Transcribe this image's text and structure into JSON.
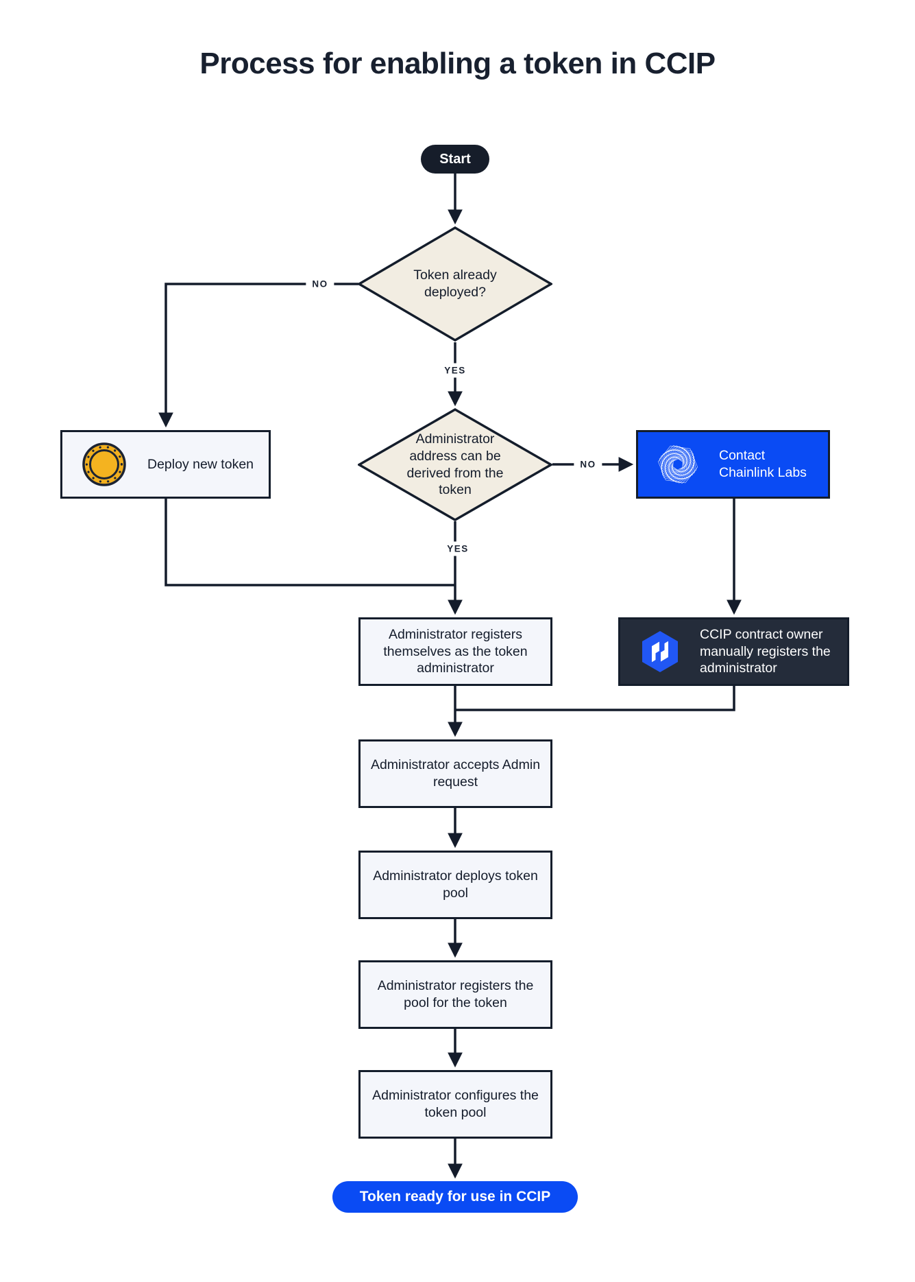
{
  "title": "Process for enabling a token in CCIP",
  "nodes": {
    "start": {
      "label": "Start"
    },
    "decision_token_deployed": {
      "label": "Token already deployed?"
    },
    "deploy_new_token": {
      "label": "Deploy new token"
    },
    "decision_admin_derivable": {
      "label": "Administrator address can be derived from the token"
    },
    "contact_chainlink": {
      "label": "Contact Chainlink Labs"
    },
    "ccip_owner_registers": {
      "label": "CCIP contract owner manually registers the administrator"
    },
    "admin_registers_self": {
      "label": "Administrator registers themselves as the token administrator"
    },
    "admin_accepts": {
      "label": "Administrator accepts Admin request"
    },
    "admin_deploys_pool": {
      "label": "Administrator deploys token pool"
    },
    "admin_registers_pool": {
      "label": "Administrator registers the pool for the token"
    },
    "admin_configures_pool": {
      "label": "Administrator configures the token pool"
    },
    "token_ready": {
      "label": "Token ready for use in CCIP"
    }
  },
  "edge_labels": {
    "token_deployed_no": "NO",
    "token_deployed_yes": "YES",
    "admin_derivable_no": "NO",
    "admin_derivable_yes": "YES"
  },
  "icons": {
    "token_coin": "token-coin-icon",
    "chainlink_labs": "chainlink-spiral-icon",
    "ccip_logo": "ccip-hexagon-icon"
  },
  "colors": {
    "accent_blue": "#0a4bf4",
    "dark_navy": "#141c2b",
    "dark_box": "#242c3a",
    "diamond_fill": "#f2ede2",
    "light_box_fill": "#f4f6fb",
    "coin_gold": "#f2af1d",
    "ccip_hex_blue": "#2157f4"
  }
}
